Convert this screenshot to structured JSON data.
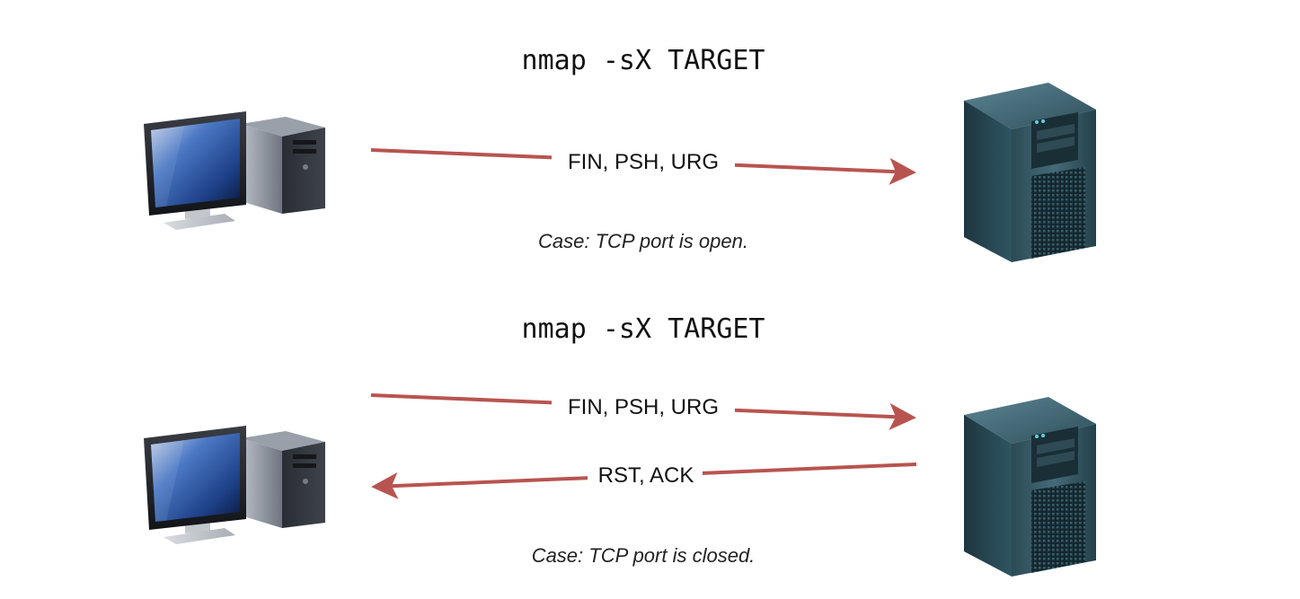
{
  "colors": {
    "arrow": "#b85450",
    "background": "#ffffff"
  },
  "icons": {
    "client": "desktop-computer-icon",
    "server": "server-tower-icon"
  },
  "scenarios": [
    {
      "command": "nmap -sX TARGET",
      "outgoing_flags": "FIN, PSH, URG",
      "case_label": "Case: TCP port is open."
    },
    {
      "command": "nmap -sX TARGET",
      "outgoing_flags": "FIN, PSH, URG",
      "reply_flags": "RST, ACK",
      "case_label": "Case: TCP port is closed."
    }
  ]
}
